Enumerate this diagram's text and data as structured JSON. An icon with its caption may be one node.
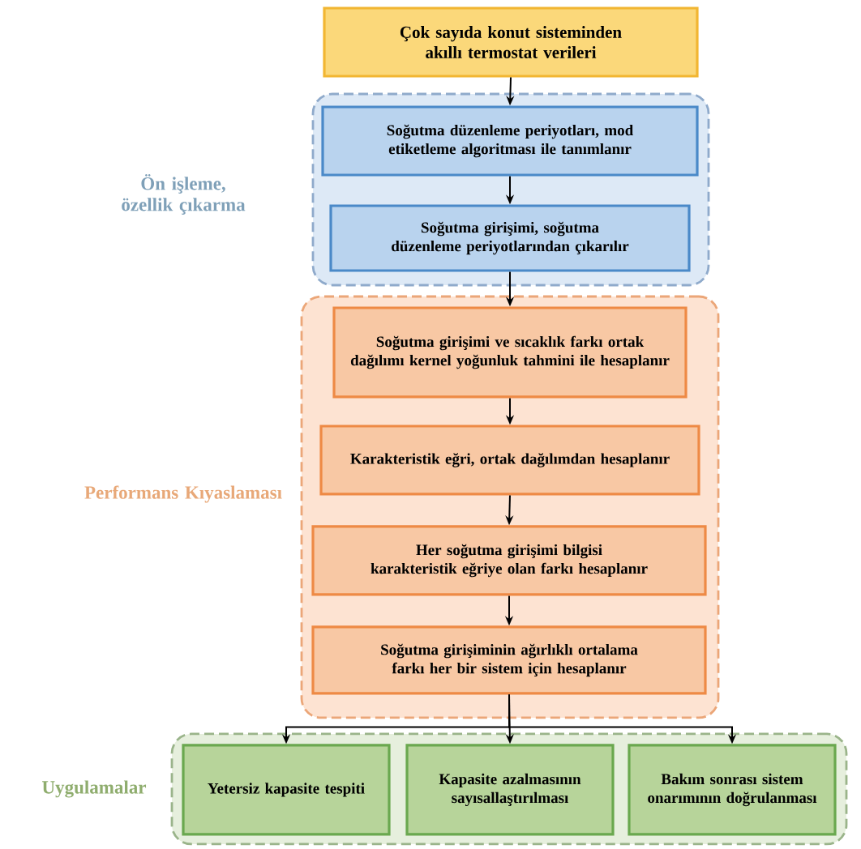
{
  "diagram": {
    "nodes": [
      {
        "text": [
          "Çok sayıda konut sisteminden akıllı termostat verileri"
        ]
      },
      {
        "text": [
          "Ön işleme, özellik çıkarma"
        ]
      },
      {
        "text": [
          "Soğutma düzenleme periyotları, mod etiketleme algoritması ile tanımlanır"
        ],
        "in": 1
      },
      {
        "text": [
          "Soğutma girişimi, soğutma düzenleme periyotlarından çıkarılır"
        ],
        "in": 1
      },
      {
        "text": [
          "Performans Kıyaslaması"
        ]
      },
      {
        "text": [
          "Soğutma girişimi ve sıcaklık farkı ortak dağılımı kernel yoğunluk tahmini ile hesaplanır"
        ],
        "in": 4
      },
      {
        "text": [
          "Karakteristik eğri, ortak dağılımdan hesaplanır"
        ],
        "in": 4
      },
      {
        "text": [
          "Her soğutma girişimi bilgisi karakteristik eğriye olan farkı hesaplanır"
        ],
        "in": 4
      },
      {
        "text": [
          "Soğutma girişiminin ağırlıklı ortalama farkı her bir sistem için hesaplanır"
        ],
        "in": 4
      },
      {
        "text": [
          "Uygulamalar"
        ]
      },
      {
        "text": [
          "Yetersiz kapasite tespiti"
        ],
        "in": 9
      },
      {
        "text": [
          "Kapasite azalmasının sayısallaştırılması"
        ],
        "in": 9
      },
      {
        "text": [
          "Bakım sonrası sistem onarımının doğrulanması"
        ],
        "in": 9
      }
    ],
    "edges": [
      {
        "from": 0,
        "to": 2,
        "arrow": "to"
      },
      {
        "from": 2,
        "to": 3,
        "arrow": "to"
      },
      {
        "from": 3,
        "to": 5,
        "arrow": "to"
      },
      {
        "from": 5,
        "to": 6,
        "arrow": "to"
      },
      {
        "from": 6,
        "to": 7,
        "arrow": "to"
      },
      {
        "from": 7,
        "to": 8,
        "arrow": "to"
      },
      {
        "from": 8,
        "to": 10,
        "arrow": "to"
      },
      {
        "from": 8,
        "to": 11,
        "arrow": "to"
      },
      {
        "from": 8,
        "to": 12,
        "arrow": "to"
      }
    ]
  }
}
